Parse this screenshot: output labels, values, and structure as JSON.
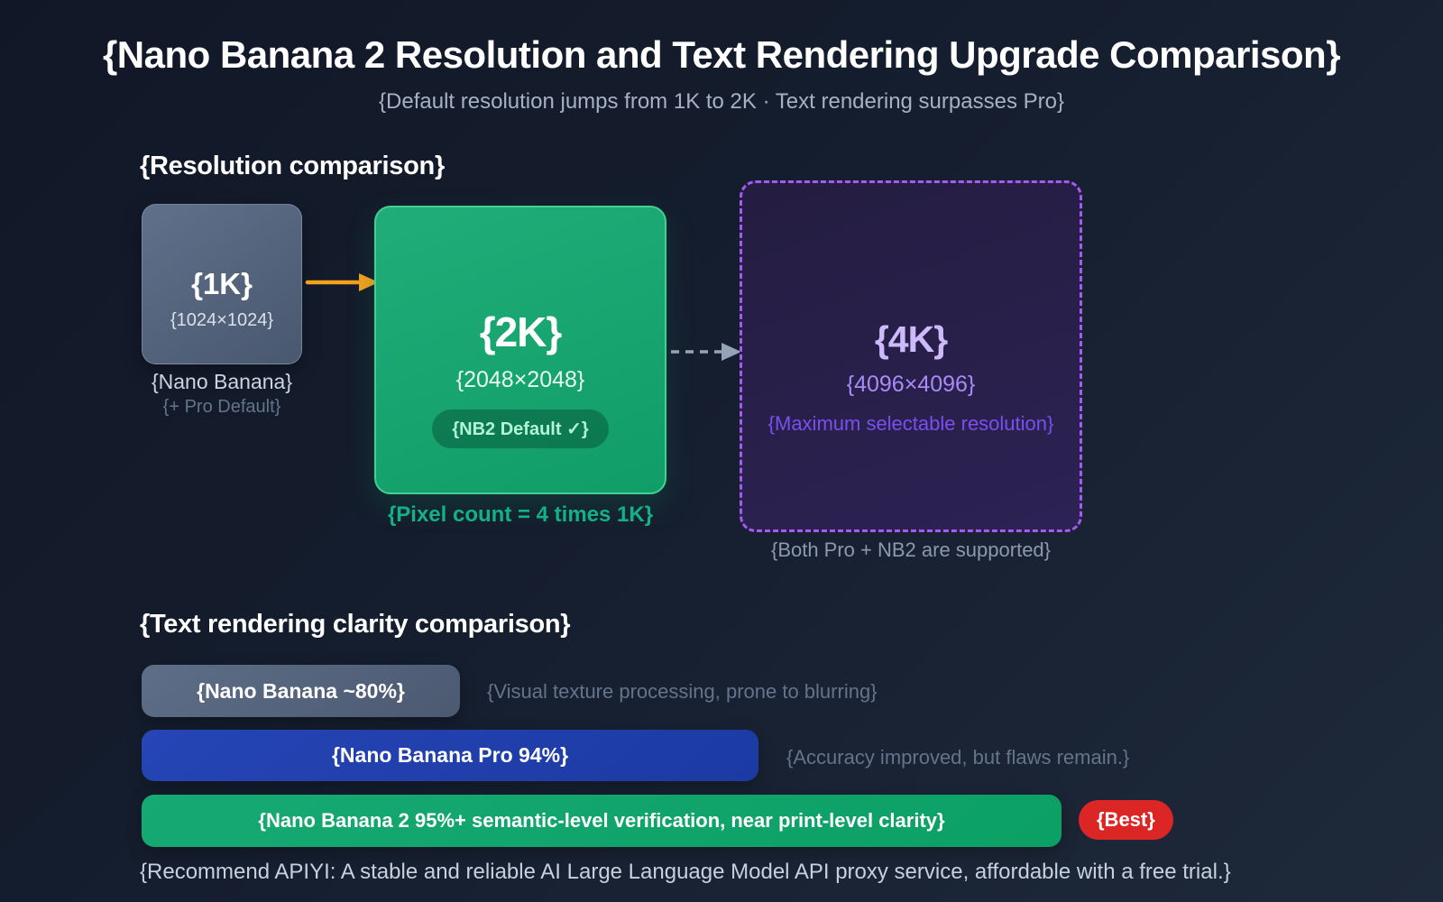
{
  "theme": {
    "background_from": "#111726",
    "background_to": "#1e2939",
    "accent_orange": "#f5a11c",
    "accent_green": "#13b185",
    "accent_blue": "#2140ab",
    "accent_purple": "#a55bf2",
    "accent_red": "#dc2626"
  },
  "header": {
    "title": "{Nano Banana 2 Resolution and Text Rendering Upgrade Comparison}",
    "subtitle": "{Default resolution jumps from 1K to 2K · Text rendering surpasses Pro}"
  },
  "resolution": {
    "heading": "{Resolution comparison}",
    "boxes": [
      {
        "id": "1k",
        "size_label": "{1K}",
        "dimensions": "{1024×1024}",
        "caption_line1": "{Nano Banana}",
        "caption_line2": "{+ Pro Default}"
      },
      {
        "id": "2k",
        "size_label": "{2K}",
        "dimensions": "{2048×2048}",
        "default_badge": "{NB2 Default ✓}",
        "caption": "{Pixel count = 4 times 1K}"
      },
      {
        "id": "4k",
        "size_label": "{4K}",
        "dimensions": "{4096×4096}",
        "note": "{Maximum selectable resolution}",
        "caption": "{Both Pro + NB2 are supported}"
      }
    ],
    "arrows": [
      {
        "from": "1k",
        "to": "2k",
        "style": "solid",
        "color": "#f5a11c"
      },
      {
        "from": "2k",
        "to": "4k",
        "style": "dashed",
        "color": "#96a3b6"
      }
    ]
  },
  "clarity": {
    "heading": "{Text rendering clarity comparison}",
    "bars": [
      {
        "label": "{Nano Banana ~80%}",
        "note": "{Visual texture processing, prone to blurring}"
      },
      {
        "label": "{Nano Banana Pro 94%}",
        "note": "{Accuracy improved, but flaws remain.}"
      },
      {
        "label": "{Nano Banana 2 95%+ semantic-level verification, near print-level clarity}",
        "badge": "{Best}"
      }
    ]
  },
  "chart_data": {
    "type": "bar",
    "orientation": "horizontal",
    "title": "{Text rendering clarity comparison}",
    "categories": [
      "Nano Banana",
      "Nano Banana Pro",
      "Nano Banana 2"
    ],
    "values": [
      80,
      94,
      95
    ],
    "value_unit": "%",
    "annotations": [
      "{Visual texture processing, prone to blurring}",
      "{Accuracy improved, but flaws remain.}",
      "{Best}"
    ]
  },
  "footer": {
    "recommendation": "{Recommend APIYI: A stable and reliable AI Large Language Model API proxy service, affordable with a free trial.}"
  }
}
